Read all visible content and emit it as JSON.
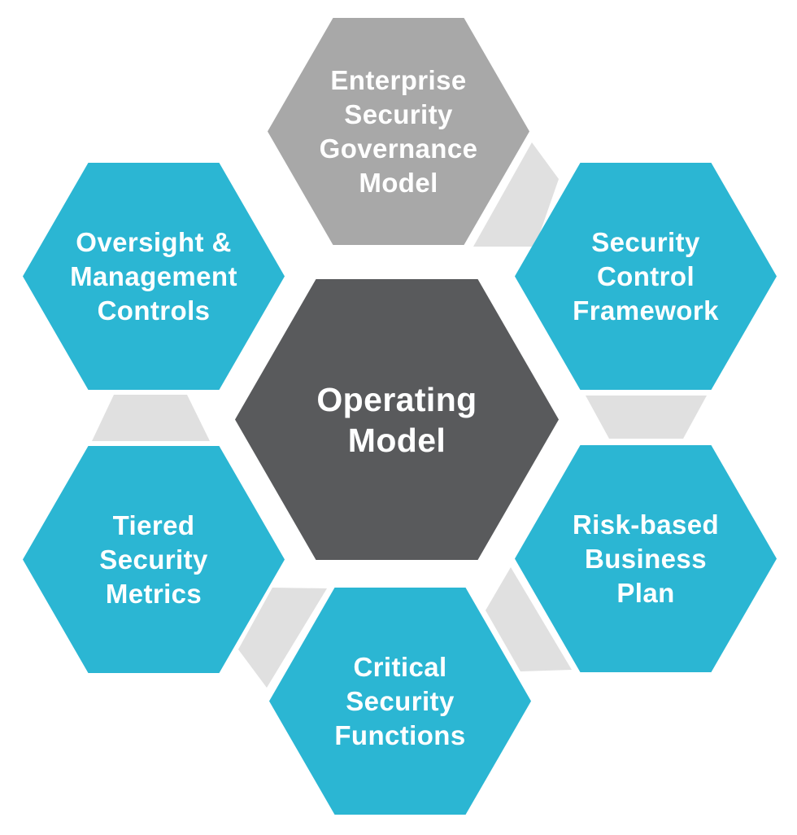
{
  "colors": {
    "teal": "#2bb6d3",
    "gray": "#a8a8a8",
    "dark_gray": "#595a5c",
    "connector": "#e0e0e0",
    "label_text": "#ffffff",
    "background": "#ffffff"
  },
  "center_hexagon": {
    "label": "Operating Model",
    "lines": [
      "Operating",
      "Model"
    ]
  },
  "outer_hexagons": [
    {
      "label": "Enterprise Security Governance Model",
      "lines": [
        "Enterprise",
        "Security",
        "Governance",
        "Model"
      ],
      "position": "top",
      "color": "gray"
    },
    {
      "label": "Security Control Framework",
      "lines": [
        "Security",
        "Control",
        "Framework"
      ],
      "position": "top-right",
      "color": "teal"
    },
    {
      "label": "Risk-based Business Plan",
      "lines": [
        "Risk-based",
        "Business",
        "Plan"
      ],
      "position": "bottom-right",
      "color": "teal"
    },
    {
      "label": "Critical Security Functions",
      "lines": [
        "Critical",
        "Security",
        "Functions"
      ],
      "position": "bottom",
      "color": "teal"
    },
    {
      "label": "Tiered Security Metrics",
      "lines": [
        "Tiered",
        "Security",
        "Metrics"
      ],
      "position": "bottom-left",
      "color": "teal"
    },
    {
      "label": "Oversight & Management Controls",
      "lines": [
        "Oversight &",
        "Management",
        "Controls"
      ],
      "position": "top-left",
      "color": "teal"
    }
  ],
  "connectors": [
    {
      "from": "Enterprise Security Governance Model",
      "to": "Security Control Framework"
    },
    {
      "from": "Security Control Framework",
      "to": "Risk-based Business Plan"
    },
    {
      "from": "Risk-based Business Plan",
      "to": "Critical Security Functions"
    },
    {
      "from": "Critical Security Functions",
      "to": "Tiered Security Metrics"
    },
    {
      "from": "Tiered Security Metrics",
      "to": "Oversight & Management Controls"
    }
  ]
}
